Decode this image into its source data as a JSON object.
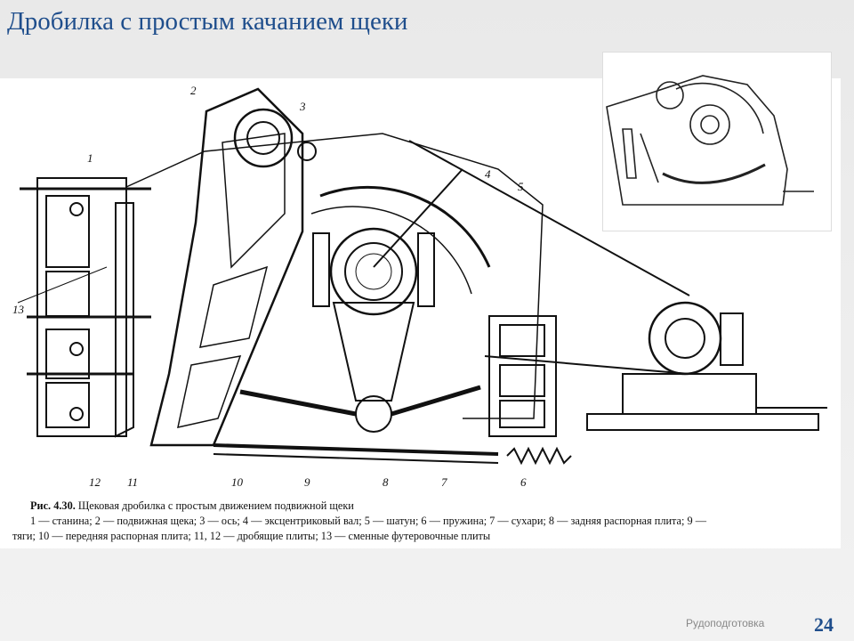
{
  "slide": {
    "title": "Дробилка с простым качанием щеки",
    "footer": "Рудоподготовка",
    "page_number": "24"
  },
  "figure": {
    "part_labels": [
      "1",
      "2",
      "3",
      "4",
      "5",
      "6",
      "7",
      "8",
      "9",
      "10",
      "11",
      "12",
      "13"
    ],
    "caption": {
      "lead": "Рис. 4.30.",
      "line1": "Щековая дробилка с простым движением подвижной щеки",
      "line2": "1 — станина; 2 — подвижная щека; 3 — ось; 4 — эксцентриковый вал; 5 — шатун; 6 — пружина; 7 — сухари; 8 — задняя распорная плита; 9 —",
      "line3": "тяги; 10 — передняя распорная плита; 11, 12 — дробящие плиты; 13 — сменные футеровочные плиты"
    }
  },
  "colors": {
    "title": "#1f4e8c",
    "page_number": "#1f4e8c",
    "footer": "#888888",
    "drawing": "#111111"
  }
}
